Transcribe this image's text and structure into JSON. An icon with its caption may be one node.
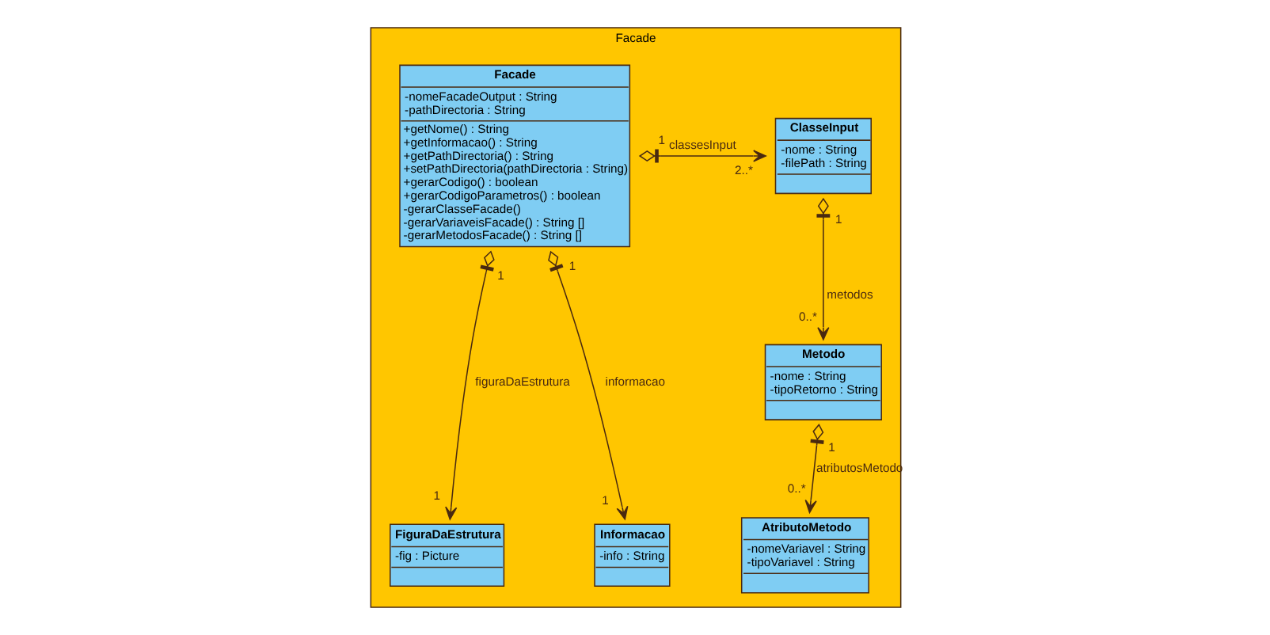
{
  "diagram": {
    "nodes": [
      {
        "text": [
          "Facade"
        ]
      },
      {
        "text": [
          "Facade",
          "-nomeFacadeOutput : String",
          "-pathDirectoria : String",
          "+getNome() : String",
          "+getInformacao() : String",
          "+getPathDirectoria() : String",
          "+setPathDirectoria(pathDirectoria : String)",
          "+gerarCodigo() : boolean",
          "+gerarCodigoParametros() : boolean",
          "-gerarClasseFacade()",
          "-gerarVariaveisFacade() : String []",
          "-gerarMetodosFacade() : String []"
        ],
        "in": 0
      },
      {
        "text": [
          "ClasseInput",
          "-nome : String",
          "-filePath : String"
        ],
        "in": 0
      },
      {
        "text": [
          "Metodo",
          "-nome : String",
          "-tipoRetorno : String"
        ],
        "in": 0
      },
      {
        "text": [
          "AtributoMetodo",
          "-nomeVariavel : String",
          "-tipoVariavel : String"
        ],
        "in": 0
      },
      {
        "text": [
          "FiguraDaEstrutura",
          "-fig : Picture"
        ],
        "in": 0
      },
      {
        "text": [
          "Informacao",
          "-info : String"
        ],
        "in": 0
      }
    ],
    "edges": [
      {
        "from": 1,
        "to": 2,
        "arrow": "to",
        "label": "classesInput"
      },
      {
        "from": 2,
        "to": 3,
        "arrow": "to",
        "label": "metodos"
      },
      {
        "from": 3,
        "to": 4,
        "arrow": "to",
        "label": "atributosMetodo"
      },
      {
        "from": 1,
        "to": 5,
        "arrow": "to",
        "label": "figuraDaEstrutura"
      },
      {
        "from": 1,
        "to": 6,
        "arrow": "to",
        "label": "informacao"
      }
    ],
    "labels": [
      "1",
      "2..*",
      "1",
      "0..*",
      "1",
      "0..*",
      "1",
      "1",
      "1",
      "1"
    ]
  }
}
